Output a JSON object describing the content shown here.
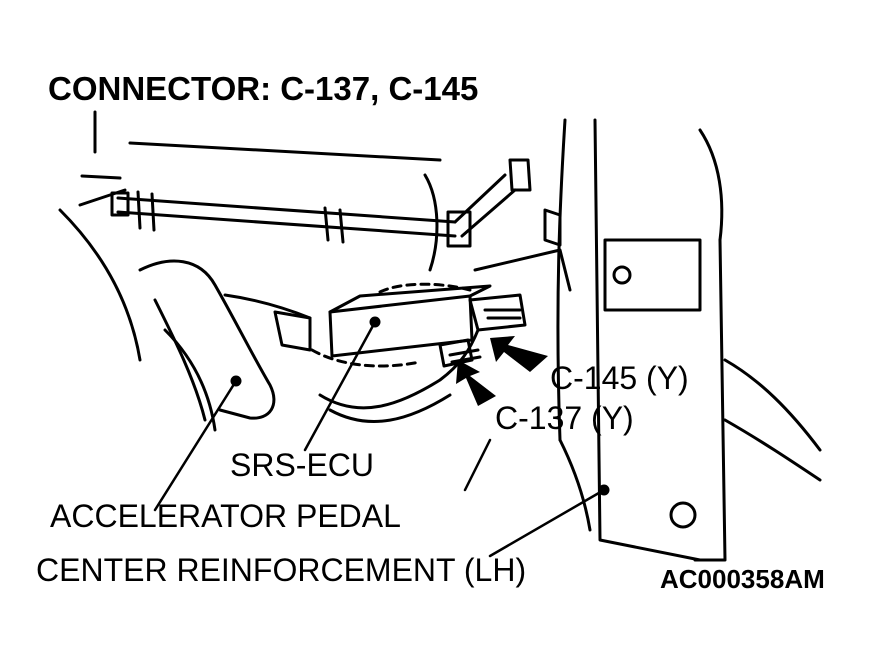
{
  "title": "CONNECTOR: C-137, C-145",
  "labels": {
    "c145": "C-145 (Y)",
    "c137": "C-137 (Y)",
    "srs_ecu": "SRS-ECU",
    "accelerator_pedal": "ACCELERATOR PEDAL",
    "center_reinforcement": "CENTER REINFORCEMENT (LH)"
  },
  "figure_code": "AC000358AM",
  "colors": {
    "ink": "#000000",
    "paper": "#ffffff"
  }
}
